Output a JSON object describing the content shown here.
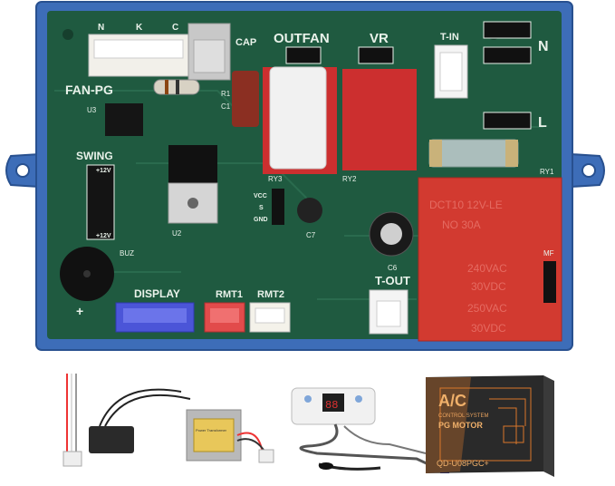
{
  "board": {
    "labels": {
      "n": "N",
      "k": "K",
      "c": "C",
      "cap": "CAP",
      "outfan": "OUTFAN",
      "vr": "VR",
      "t_in": "T-IN",
      "n_term": "N",
      "l_term": "L",
      "fan_pg": "FAN-PG",
      "r1": "R1",
      "c1": "C1",
      "u3": "U3",
      "swing": "SWING",
      "plus12_top": "+12V",
      "plus12_bot": "+12V",
      "ry3": "RY3",
      "ry2": "RY2",
      "ry1": "RY1",
      "vcc": "VCC",
      "s": "S",
      "gnd": "GND",
      "c7": "C7",
      "u2": "U2",
      "c6": "C6",
      "buz": "BUZ",
      "t_out": "T-OUT",
      "display": "DISPLAY",
      "rmt1": "RMT1",
      "rmt2": "RMT2",
      "mf": "MF",
      "plus": "+"
    },
    "relay_text": [
      "DCT10 12V-LE",
      "NO 30A",
      "240VAC",
      "30VDC",
      "250VAC",
      "30VDC"
    ],
    "colors": {
      "pcb": "#1f5a40",
      "frame": "#3d6db8",
      "display_connector": "#4b55d8",
      "rmt1_connector": "#e24b4b"
    }
  },
  "accessories": {
    "box_title": "A/C",
    "box_subtitle": "CONTROL SYSTEM",
    "box_product": "PG MOTOR",
    "box_model": "QD-U08PGC+",
    "transformer_label": "Power Transformer",
    "display_digits": "88"
  }
}
